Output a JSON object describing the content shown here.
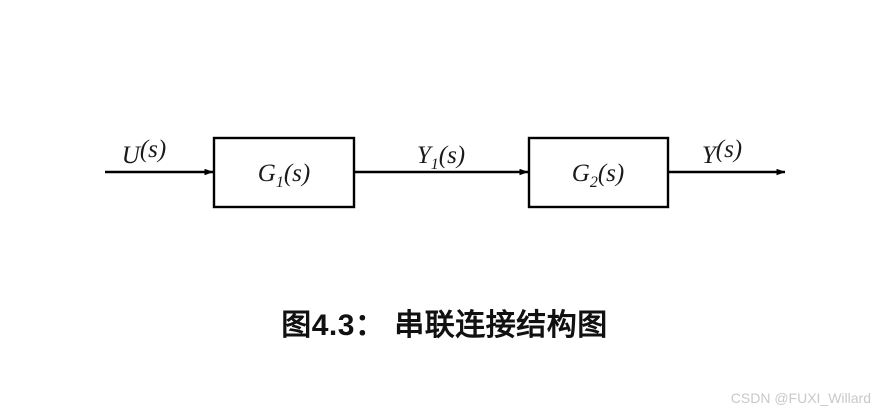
{
  "figure": {
    "background_color": "#ffffff",
    "stroke_color": "#000000",
    "blocks": [
      {
        "id": "block-g1",
        "label_base": "G",
        "label_sub": "1",
        "label_tail": "(s)"
      },
      {
        "id": "block-g2",
        "label_base": "G",
        "label_sub": "2",
        "label_tail": "(s)"
      }
    ],
    "signals": [
      {
        "id": "signal-input",
        "label_base": "U",
        "label_sub": "",
        "label_tail": "(s)"
      },
      {
        "id": "signal-middle",
        "label_base": "Y",
        "label_sub": "1",
        "label_tail": "(s)"
      },
      {
        "id": "signal-output",
        "label_base": "Y",
        "label_sub": "",
        "label_tail": "(s)"
      }
    ]
  },
  "caption": {
    "text": "图4.3： 串联连接结构图"
  },
  "watermark": {
    "text": "CSDN @FUXI_Willard"
  }
}
